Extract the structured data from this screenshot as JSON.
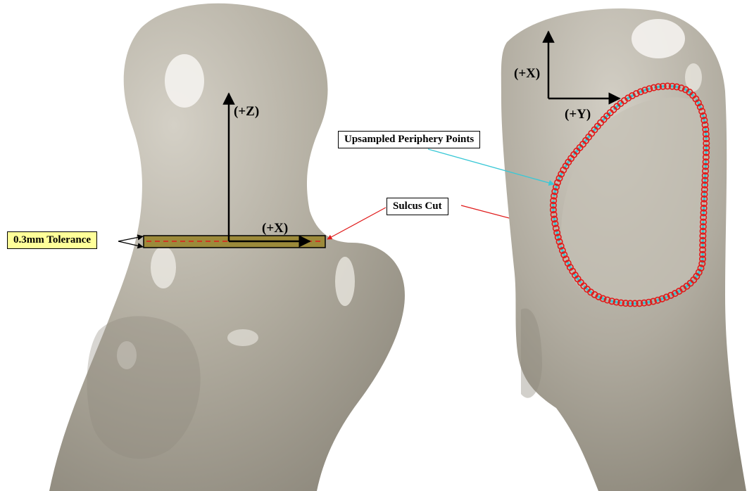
{
  "labels": {
    "tolerance": "0.3mm Tolerance",
    "sulcus_cut": "Sulcus Cut",
    "periphery": "Upsampled Periphery Points"
  },
  "axes": {
    "left_vertical": "(+Z)",
    "left_horizontal": "(+X)",
    "right_vertical": "(+X)",
    "right_horizontal": "(+Y)"
  },
  "colors": {
    "bone": "#b3aea2",
    "tolerance_band": "#9c8a3a",
    "tolerance_label_bg": "#ffff99",
    "periphery_points": "#e01a1a",
    "periphery_line": "#39c8d6",
    "sulcus_arrow": "#e01a1a",
    "periphery_arrow": "#39c8d6"
  }
}
